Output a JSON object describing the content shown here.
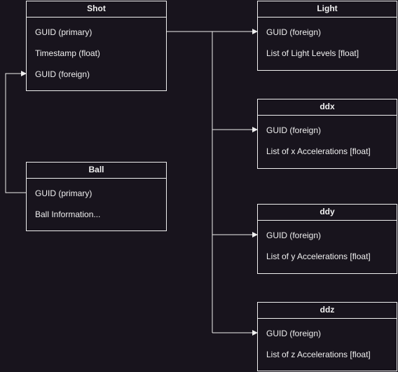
{
  "entities": {
    "shot": {
      "title": "Shot",
      "fields": [
        "GUID (primary)",
        "Timestamp (float)",
        "GUID (foreign)"
      ]
    },
    "ball": {
      "title": "Ball",
      "fields": [
        "GUID (primary)",
        "Ball Information..."
      ]
    },
    "light": {
      "title": "Light",
      "fields": [
        "GUID (foreign)",
        "List of Light Levels [float]"
      ]
    },
    "ddx": {
      "title": "ddx",
      "fields": [
        "GUID (foreign)",
        "List of x Accelerations [float]"
      ]
    },
    "ddy": {
      "title": "ddy",
      "fields": [
        "GUID (foreign)",
        "List of y Accelerations [float]"
      ]
    },
    "ddz": {
      "title": "ddz",
      "fields": [
        "GUID (foreign)",
        "List of z Accelerations [float]"
      ]
    }
  },
  "colors": {
    "background": "#18141d",
    "stroke": "#f0f0f0",
    "text": "#f0f0f0"
  }
}
